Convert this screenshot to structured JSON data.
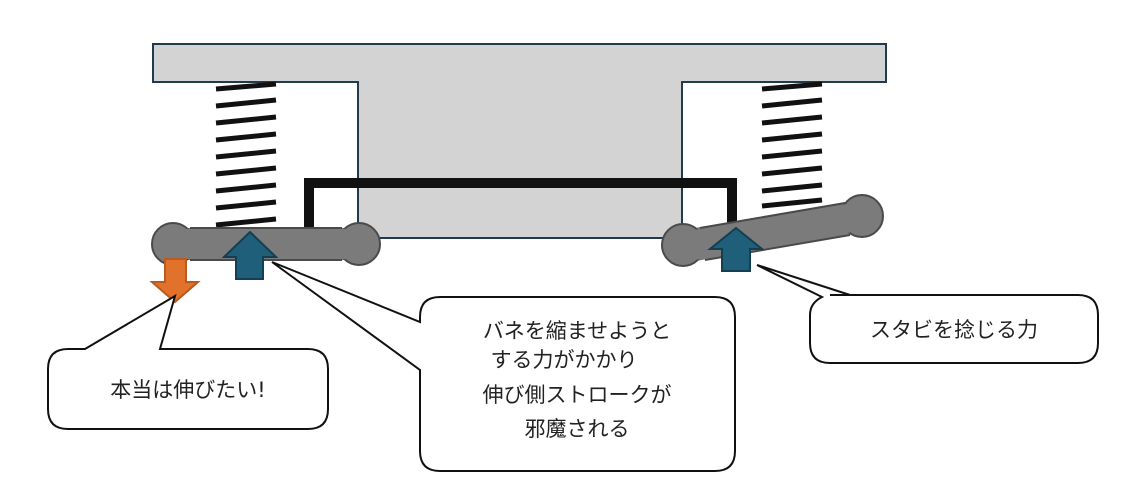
{
  "callouts": {
    "want_extend": "本当は伸びたい!",
    "compress": {
      "line1": "バネを縮ませようと",
      "line2": "する力がかかり",
      "line3": "伸び側ストロークが",
      "line4": "邪魔される"
    },
    "twist": "スタビを捻じる力"
  },
  "colors": {
    "body_fill": "#d3d3d3",
    "outline": "#1f3b4d",
    "arm_fill": "#7b7b7b",
    "arm_stroke": "#4a4a4a",
    "arrow_up": "#1f5f7a",
    "arrow_down": "#e2712c",
    "spring": "#111111",
    "stabilizer": "#111111"
  },
  "icons": {
    "up_arrow": "arrow-up-icon",
    "down_arrow": "arrow-down-icon",
    "spring": "coil-spring-icon"
  }
}
